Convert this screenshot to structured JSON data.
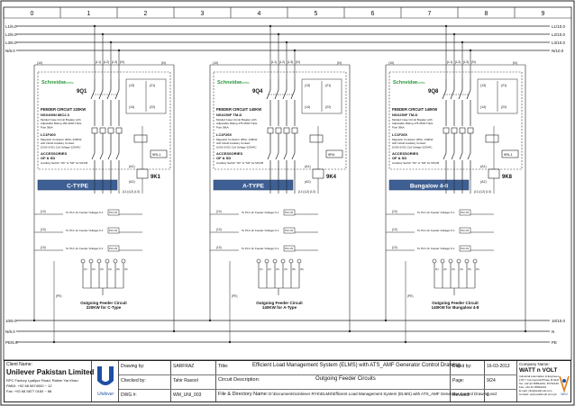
{
  "grid_columns": [
    "0",
    "1",
    "2",
    "3",
    "4",
    "5",
    "6",
    "7",
    "8",
    "9"
  ],
  "busbars_top": [
    "L1/6.0",
    "L2/6.0",
    "L3/6.0",
    "N/6.0"
  ],
  "busbars_top_right": [
    "L1/10.0",
    "L2/10.0",
    "L3/10.0",
    "N/10.0"
  ],
  "busbars_bottom_left": [
    "10/6.0",
    "N/6.0",
    "PE/6.0"
  ],
  "busbars_bottom_right": [
    "10/10.0",
    "N",
    "PE"
  ],
  "wire_labels": [
    "(L1)",
    "(L2)",
    "(L3)",
    "(N)",
    "(10)",
    "(N)",
    "(PE)",
    "(13)",
    "(14)",
    "(21)",
    "(22)",
    "(A1)",
    "(A2)",
    "(1)",
    "(2)",
    "(3)",
    "(4)",
    "(5)",
    "(6)"
  ],
  "feeders": [
    {
      "breaker_tag": "9Q1",
      "contactor_tag": "9K1",
      "relay_tag": "9RL1",
      "title": "FEEDER CIRCUIT 220KW",
      "model": "NSX400N MIC2.3",
      "desc": "Molded Case Circuit Breaker with Adjustable Rating 160-400A Triple Pole 36kA",
      "contactor_model": "LC1F400",
      "contactor_desc": "Magnetic Contactor 400A, 220KW with Inbuilt Auxiliary Contact (1NO+1NC) Coil Voltage 220VAC",
      "acc_title": "ACCESSORIES",
      "acc_model": "OF & SD",
      "acc_desc": "Auxiliary Switch \"OF\" & \"SD\" for MCCB",
      "type_label": "C-TYPE",
      "outgoing": "Outgoing Feeder Circuit\n220KW for C-Type"
    },
    {
      "breaker_tag": "9Q4",
      "contactor_tag": "9K4",
      "relay_tag": "9R4",
      "title": "FEEDER CIRCUIT 140KW",
      "model": "NSX250F TM-D",
      "desc": "Molded Case Circuit Breaker with Adjustable Rating 175-250A Triple Pole 36kA",
      "contactor_model": "LC1F265",
      "contactor_desc": "Magnetic Contactor 265A, 140KW with Inbuilt Auxiliary Contact (1NO+1NC) Coil Voltage 220VAC",
      "acc_title": "ACCESSORIES",
      "acc_model": "OF & SD",
      "acc_desc": "Auxiliary Switch \"OF\" & \"SD\" for MCCB",
      "type_label": "A-TYPE",
      "outgoing": "Outgoing Feeder Circuit\n140KW for A-Type"
    },
    {
      "breaker_tag": "9Q8",
      "contactor_tag": "9K8",
      "relay_tag": "9RL1",
      "title": "FEEDER CIRCUIT 140KW",
      "model": "NSX250F TM-D",
      "desc": "Molded Case Circuit Breaker with Adjustable Rating 175-250A Triple Pole 36kA",
      "contactor_model": "LC1F265",
      "contactor_desc": "Magnetic Contactor 265A, 140KW with Inbuilt Auxiliary Contact (1NO+1NC) Coil Voltage 220VAC",
      "acc_title": "ACCESSORIES",
      "acc_model": "OF & SD",
      "acc_desc": "Auxiliary Switch \"OF\" & \"SD\" for MCCB",
      "type_label": "Bungalow 4-8",
      "outgoing": "Outgoing Feeder Circuit\n140KW for Bungalow 4-8"
    }
  ],
  "brand": "Schneider",
  "brand_sub": "Electric",
  "plc_labels": [
    "To PLC (In Feeder Voltage) 9.1",
    "To PLC (In Feeder Voltage) 9.1",
    "To PLC (In Feeder Voltage) 9.1"
  ],
  "plc_tag": "PLC-IN",
  "title_block": {
    "client_label": "Client Name:",
    "client_name": "Unilever Pakistan Limited",
    "client_addr1": "RPC Factory Lyallpur Road, Rahim Yar Khan",
    "client_addr2": "PABX: +92 68 5874000 ~ 12",
    "client_addr3": "Fax: +92 68 5877 0160 ~ 68",
    "drawn_by_label": "Drawing by:",
    "drawn_by": "SARFRAZ",
    "checked_by_label": "Checked by:",
    "checked_by": "Tahir Rasool",
    "dwg_label": "DWG #:",
    "dwg_no": "WM_UNI_003",
    "title_label": "Title:",
    "title": "Efficient Load Management System (ELMS) with ATS_AMF Generator Control Drawing",
    "circuit_label": "Circuit Description:",
    "circuit": "Outgoing Feeder Circuits",
    "path_label": "File & Directory Name:",
    "path": "D:\\Documents\\Unilever RYK\\ELMS\\Efficient Load Management System (ELMS) with ATS_AMF Generator Control Drawing.vsd",
    "dated_label": "Dated by:",
    "dated": "16-03-2013",
    "page_label": "Page:",
    "page": "9/24",
    "revised_label": "Revised:",
    "revised": "0",
    "company_label": "Company Name:",
    "company": "WATT n VOLT",
    "company_lines": [
      "Industrial Automation & Engineering",
      "178 Y Commercial Phase III DHA Lahore",
      "Tel: +92 42 35891234, 35732145",
      "Fax: +92 42 35891234",
      "E-mail: info@wattnvolt.com",
      "Contact: www.wattnvolt.com.pk"
    ],
    "logo_text": "Unilever",
    "company_logo_text": "WnV"
  }
}
